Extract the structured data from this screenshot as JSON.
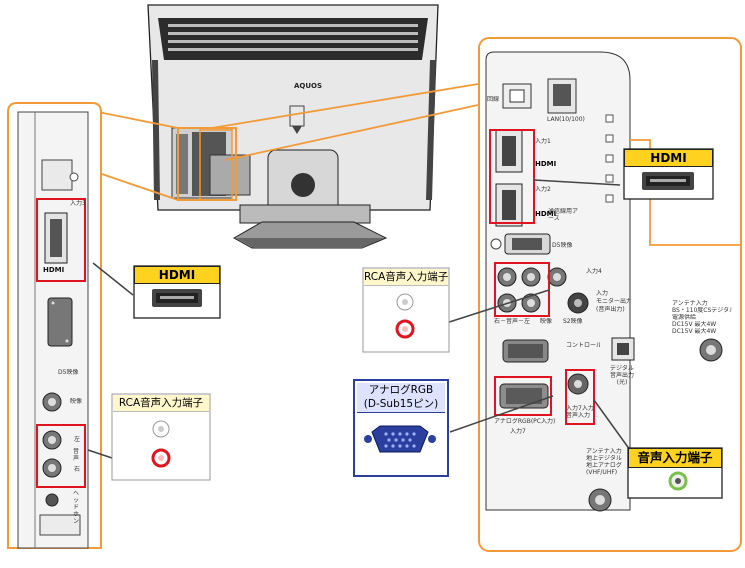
{
  "tv": {
    "brand": "AQUOS"
  },
  "callouts": {
    "hdmi_left": "HDMI",
    "hdmi_right": "HDMI",
    "rca_left": "RCA音声入力端子",
    "rca_right": "RCA音声入力端子",
    "analog_rgb_line1": "アナログRGB",
    "analog_rgb_line2": "(D-Sub15ピン)",
    "audio_in": "音声入力端子"
  },
  "left_panel": {
    "hdmi_input": "入力3",
    "hdmi_logo": "HDMI",
    "d5_label": "D5映像",
    "video_label": "映像",
    "audio_left": "左",
    "audio_right": "右",
    "audio_mark": "音声",
    "headphone": "ヘッドホン"
  },
  "right_panel": {
    "line": "回線",
    "lan": "LAN(10/100)",
    "input1": "入力1",
    "input2": "入力2",
    "hdmi_logo1": "HDMI",
    "hdmi_logo2": "HDMI",
    "ground": "通信線用アース",
    "d5": "D5映像",
    "input4": "入力4",
    "audio_lr": "右－音声－左",
    "video": "映像",
    "s2": "S2映像",
    "input_out_1": "入力",
    "input_out_2": "モニター出力",
    "input_out_3": "(音声出力)",
    "control": "コントロール",
    "digital_1": "デジタル",
    "digital_2": "音声出力",
    "digital_3": "(光)",
    "analog_rgb_pc": "アナログRGB(PC入力)",
    "input7": "入力7",
    "audio_in_1": "入力7入力",
    "audio_in_2": "音声入力",
    "antenna_bs_1": "アンテナ入力",
    "antenna_bs_2": "BS・110度CSデジタル",
    "antenna_bs_3": "電源供給",
    "antenna_bs_4": "DC15V 最大4W",
    "antenna_bs_5": "DC15V 最大4W",
    "antenna_ter_1": "アンテナ入力",
    "antenna_ter_2": "地上デジタル",
    "antenna_ter_3": "地上アナログ",
    "antenna_ter_4": "(VHF/UHF)"
  },
  "colors": {
    "orange": "#f29a38",
    "red": "#e0141e",
    "yellow": "#ffd21f",
    "blue": "#2b3f9e"
  }
}
